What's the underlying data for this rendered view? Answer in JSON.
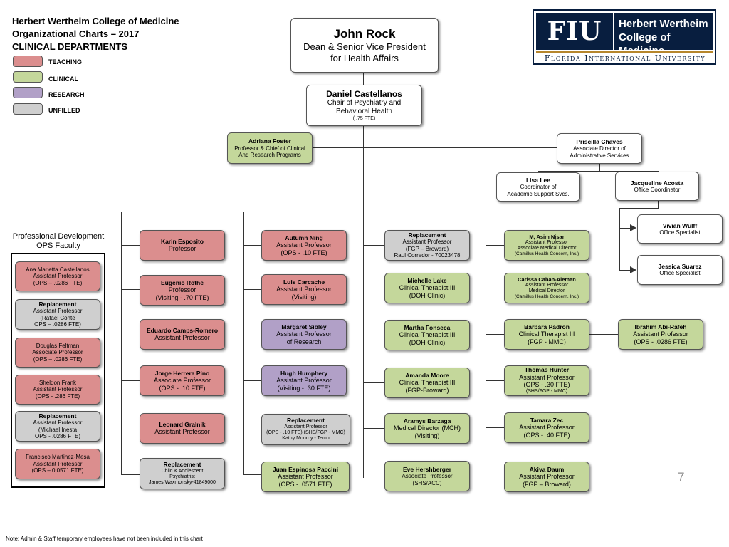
{
  "header": {
    "line1": "Herbert Wertheim College of Medicine",
    "line2": "Organizational Charts – 2017",
    "line3": "CLINICAL DEPARTMENTS"
  },
  "legend": [
    {
      "label": "TEACHING",
      "color": "#db8e8e"
    },
    {
      "label": "CLINICAL",
      "color": "#c4d79b"
    },
    {
      "label": "RESEARCH",
      "color": "#b1a0c7"
    },
    {
      "label": "UNFILLED",
      "color": "#cfcfcf"
    }
  ],
  "logo": {
    "mark": "FIU",
    "name_line1": "Herbert Wertheim",
    "name_line2": "College of Medicine",
    "university": "Florida International University"
  },
  "top": {
    "name": "John Rock",
    "title1": "Dean & Senior Vice President",
    "title2": "for Health Affairs"
  },
  "chair": {
    "name": "Daniel Castellanos",
    "title1": "Chair of Psychiatry and",
    "title2": "Behavioral Health",
    "fte": "( .75 FTE)"
  },
  "staff": {
    "adriana": {
      "name": "Adriana Foster",
      "t1": "Professor & Chief of Clinical",
      "t2": "And Research Programs"
    },
    "priscilla": {
      "name": "Priscilla Chaves",
      "t1": "Associate Director of",
      "t2": "Administrative Services"
    },
    "lisa": {
      "name": "Lisa Lee",
      "t1": "Coordinator of",
      "t2": "Academic Support Svcs."
    },
    "jacqueline": {
      "name": "Jacqueline Acosta",
      "t1": "Office Coordinator"
    },
    "vivian": {
      "name": "Vivian Wulff",
      "t1": "Office Specialist"
    },
    "jessica": {
      "name": "Jessica Suarez",
      "t1": "Office Specialist"
    }
  },
  "ops": {
    "title1": "Professional Development",
    "title2": "OPS Faculty",
    "items": [
      {
        "name": "Ana Marietta Castellanos",
        "t1": "Assistant Professor",
        "t2": "(OPS – .0286 FTE)",
        "type": "teach"
      },
      {
        "name": "Replacement",
        "t1": "Assistant Professor",
        "t2": "(Rafael Conte",
        "t3": "OPS – .0286 FTE)",
        "type": "unf"
      },
      {
        "name": "Douglas Feltman",
        "t1": "Associate Professor",
        "t2": "(OPS – .0286 FTE)",
        "type": "teach"
      },
      {
        "name": "Sheldon Frank",
        "t1": "Assistant Professor",
        "t2": "(OPS - .286 FTE)",
        "type": "teach"
      },
      {
        "name": "Replacement",
        "t1": "Assistant Professor",
        "t2": "(Michael Inesta",
        "t3": "OPS - .0286 FTE)",
        "type": "unf"
      },
      {
        "name": "Francisco Martinez-Mesa",
        "t1": "Assistant Professor",
        "t2": "(OPS – 0.0571 FTE)",
        "type": "teach"
      }
    ]
  },
  "col1": [
    {
      "name": "Karin Esposito",
      "t1": "Professor"
    },
    {
      "name": "Eugenio Rothe",
      "t1": "Professor",
      "t2": "(Visiting - .70 FTE)"
    },
    {
      "name": "Eduardo Camps-Romero",
      "t1": "Assistant Professor"
    },
    {
      "name": "Jorge Herrera Pino",
      "t1": "Associate Professor",
      "t2": "(OPS - .10 FTE)"
    },
    {
      "name": "Leonard Gralnik",
      "t1": "Assistant Professor"
    },
    {
      "name": "Replacement",
      "t1": "Child & Adolescent",
      "t2": "Psychiatrist",
      "t3": "James Waxmonsky-41849000"
    }
  ],
  "col2": [
    {
      "name": "Autumn Ning",
      "t1": "Assistant Professor",
      "t2": "(OPS - .10 FTE)"
    },
    {
      "name": "Luis Carcache",
      "t1": "Assistant Professor",
      "t2": "(Visiting)"
    },
    {
      "name": "Margaret Sibley",
      "t1": "Assistant Professor",
      "t2": "of Research"
    },
    {
      "name": "Hugh Humphery",
      "t1": "Assistant Professor",
      "t2": "(Visiting - .30 FTE)"
    },
    {
      "name": "Replacement",
      "t1": "Assistant Professor",
      "t2": "(OPS - .10 FTE) (SHS/FGP - MMC)",
      "t3": "Kathy Monroy - Temp"
    },
    {
      "name": "Juan Espinosa Paccini",
      "t1": "Assistant Professor",
      "t2": "(OPS - .0571 FTE)"
    }
  ],
  "col3": [
    {
      "name": "Replacement",
      "t1": "Assistant Professor",
      "t2": "(FGP – Broward)",
      "t3": "Raul Corredor - 70023478"
    },
    {
      "name": "Michelle Lake",
      "t1": "Clinical Therapist III",
      "t2": "(DOH Clinic)"
    },
    {
      "name": "Martha Fonseca",
      "t1": "Clinical Therapist III",
      "t2": "(DOH Clinic)"
    },
    {
      "name": "Amanda Moore",
      "t1": "Clinical Therapist III",
      "t2": "(FGP-Broward)"
    },
    {
      "name": "Aramys Barzaga",
      "t1": "Medical Director (MCH)",
      "t2": "(Visiting)"
    },
    {
      "name": "Eve Hershberger",
      "t1": "Associate Professor",
      "t2": "(SHS/ACC)"
    }
  ],
  "col4": [
    {
      "name": "M. Asim Nisar",
      "t1": "Assistant Professor",
      "t2": "Associate Medical Director",
      "t3": "(Camillus Health Concern, Inc.)"
    },
    {
      "name": "Carissa Caban-Aleman",
      "t1": "Assistant Professor",
      "t2": "Medical Director",
      "t3": "(Camillus Health Concern, Inc.)"
    },
    {
      "name": "Barbara Padron",
      "t1": "Clinical Therapist III",
      "t2": "(FGP - MMC)"
    },
    {
      "name": "Thomas Hunter",
      "t1": "Assistant Professor",
      "t2": "(OPS - .30 FTE)",
      "t3": "(SHS/FGP - MMC)"
    },
    {
      "name": "Tamara Zec",
      "t1": "Assistant Professor",
      "t2": "(OPS - .40 FTE)"
    },
    {
      "name": "Akiva Daum",
      "t1": "Assistant Professor",
      "t2": "(FGP – Broward)"
    }
  ],
  "ibrahim": {
    "name": "Ibrahim Abi-Rafeh",
    "t1": "Assistant Professor",
    "t2": "(OPS - .0286 FTE)"
  },
  "page_number": "7",
  "footnote": "Note: Admin & Staff temporary employees have not been included in this chart"
}
